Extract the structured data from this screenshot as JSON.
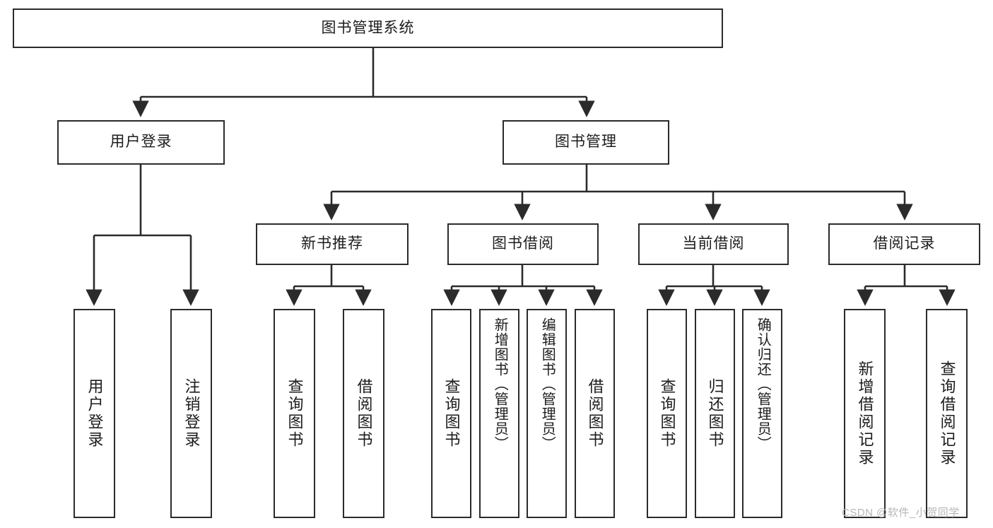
{
  "diagram": {
    "title": "图书管理系统",
    "type": "tree-hierarchy",
    "root": {
      "label": "图书管理系统"
    },
    "level2": [
      {
        "label": "用户登录"
      },
      {
        "label": "图书管理"
      }
    ],
    "level3": [
      {
        "label": "新书推荐"
      },
      {
        "label": "图书借阅"
      },
      {
        "label": "当前借阅"
      },
      {
        "label": "借阅记录"
      }
    ],
    "leaves": {
      "user_login": [
        {
          "label": "用户登录"
        },
        {
          "label": "注销登录"
        }
      ],
      "new_book_recommend": [
        {
          "label": "查询图书"
        },
        {
          "label": "借阅图书"
        }
      ],
      "book_borrow": [
        {
          "label": "查询图书"
        },
        {
          "label": "新增图书（管理员）"
        },
        {
          "label": "编辑图书（管理员）"
        },
        {
          "label": "借阅图书"
        }
      ],
      "current_borrow": [
        {
          "label": "查询图书"
        },
        {
          "label": "归还图书"
        },
        {
          "label": "确认归还（管理员）"
        }
      ],
      "borrow_record": [
        {
          "label": "新增借阅记录"
        },
        {
          "label": "查询借阅记录"
        }
      ]
    },
    "watermark": "CSDN @软件_小贺同学",
    "colors": {
      "stroke": "#2b2b2b",
      "fill": "#ffffff",
      "text": "#1c1c1c",
      "watermark": "#b6b6b6"
    }
  }
}
